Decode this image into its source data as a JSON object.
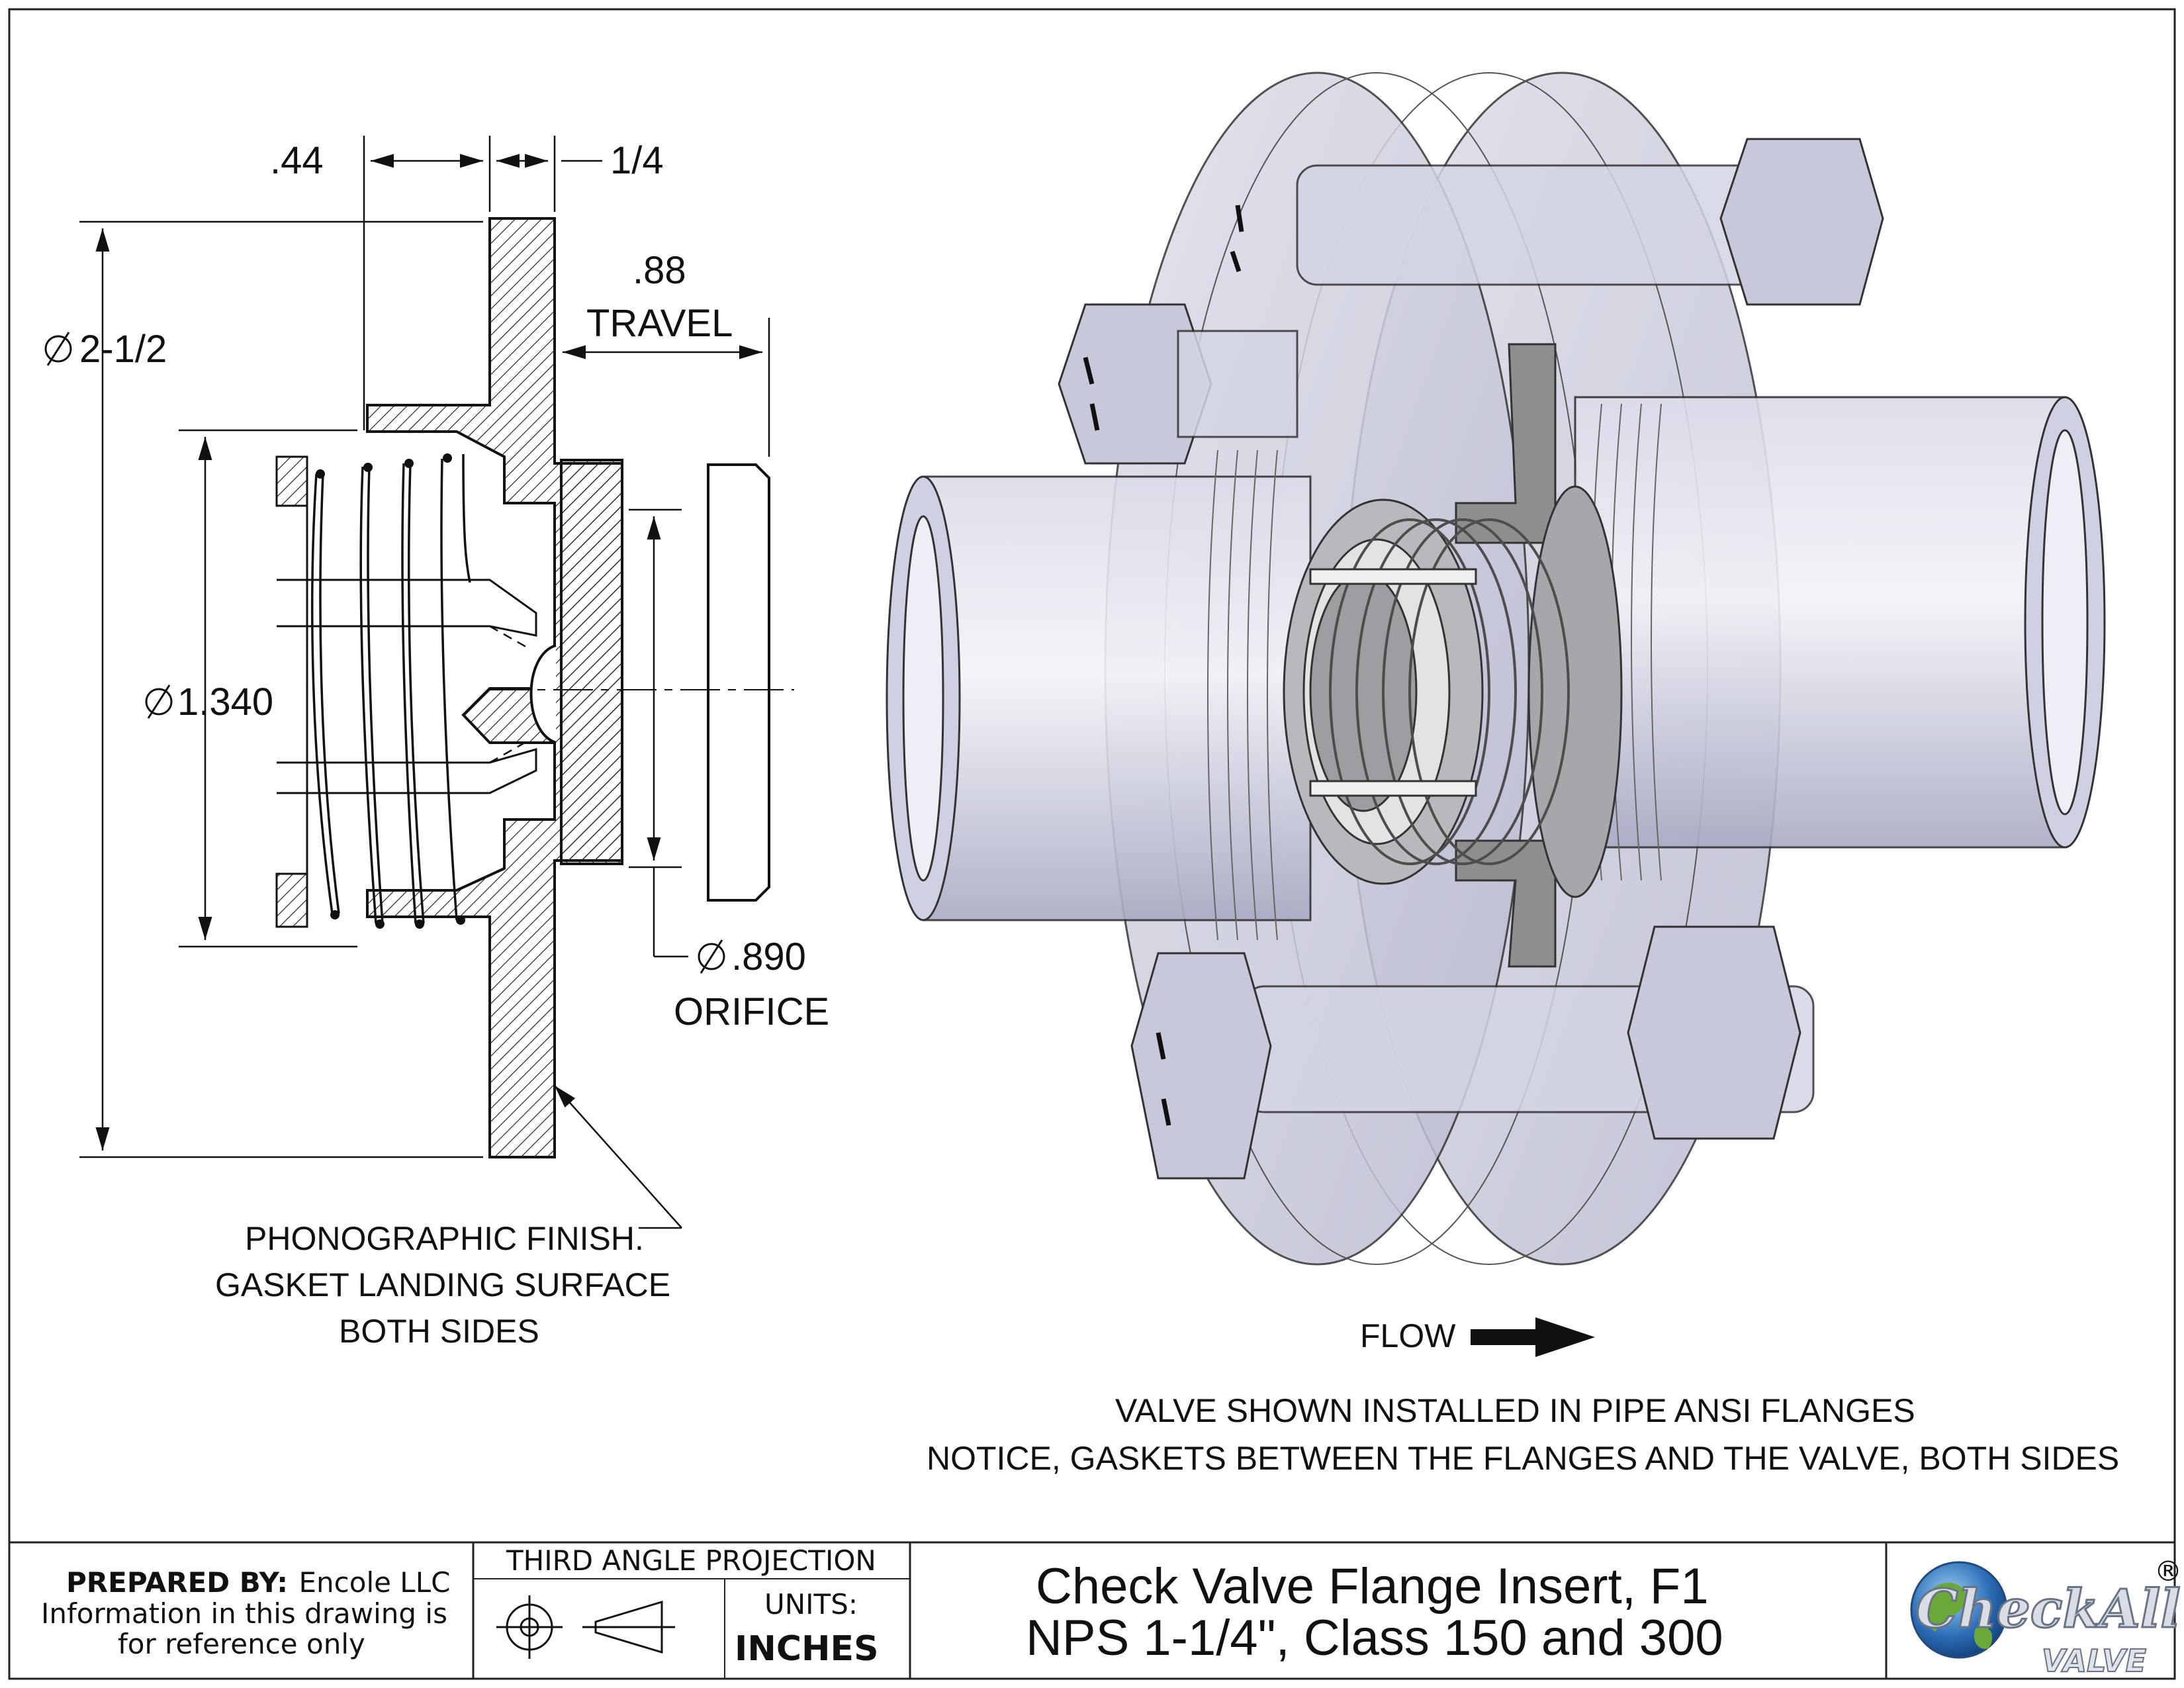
{
  "drawing": {
    "dimensions": {
      "length_a": ".44",
      "length_b": "1/4",
      "outer_diameter": "2-1/2",
      "travel_value": ".88",
      "travel_label": "TRAVEL",
      "body_diameter": "1.340",
      "orifice_diameter": ".890",
      "orifice_label": "ORIFICE"
    },
    "finish_note": {
      "line1": "PHONOGRAPHIC FINISH.",
      "line2": "GASKET LANDING SURFACE",
      "line3": "BOTH SIDES"
    },
    "flow_label": "FLOW",
    "install_note": {
      "line1": "VALVE SHOWN INSTALLED IN PIPE ANSI FLANGES",
      "line2": "NOTICE, GASKETS BETWEEN THE FLANGES AND THE VALVE, BOTH SIDES"
    }
  },
  "title_block": {
    "prepared_by_label": "PREPARED BY:",
    "prepared_by_value": "Encole LLC",
    "disclaimer_line1": "Information in this drawing is",
    "disclaimer_line2": "for reference only",
    "projection_label": "THIRD ANGLE PROJECTION",
    "units_label": "UNITS:",
    "units_value": "INCHES",
    "title_line1": "Check Valve Flange Insert, F1",
    "title_line2": "NPS 1-1/4\", Class 150 and 300",
    "logo_text": "CheckAll",
    "logo_sub": "VALVE",
    "logo_mark": "®"
  },
  "colors": {
    "line": "#111111",
    "pipe_fill": "#c9cbe0",
    "valve_metal": "#8e8e8e",
    "globe_blue": "#2d6fb8",
    "globe_green": "#6aa83a"
  }
}
